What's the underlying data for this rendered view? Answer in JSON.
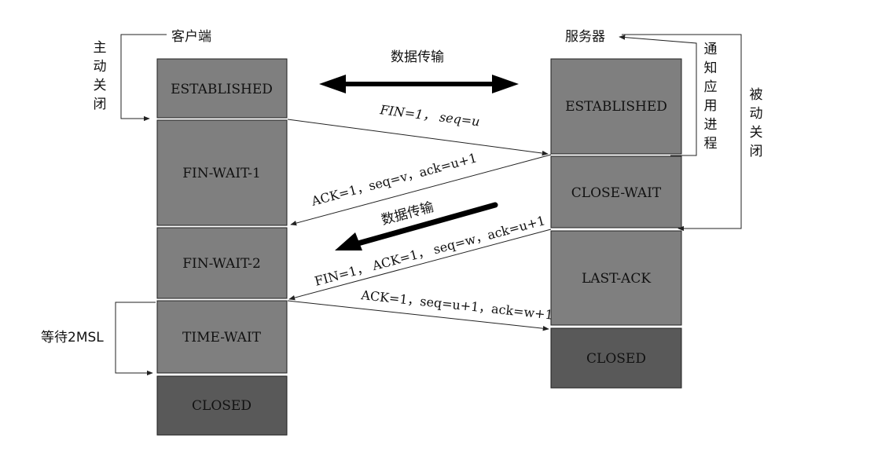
{
  "client": {
    "title": "客户端",
    "side_label": [
      "主",
      "动",
      "关",
      "闭"
    ],
    "wait_label": "等待2MSL",
    "states": [
      "ESTABLISHED",
      "FIN-WAIT-1",
      "FIN-WAIT-2",
      "TIME-WAIT",
      "CLOSED"
    ]
  },
  "server": {
    "title": "服务器",
    "notify_label": [
      "通",
      "知",
      "应",
      "用",
      "进",
      "程"
    ],
    "side_label": [
      "被",
      "动",
      "关",
      "闭"
    ],
    "states": [
      "ESTABLISHED",
      "CLOSE-WAIT",
      "LAST-ACK",
      "CLOSED"
    ]
  },
  "transfer": {
    "top_label": "数据传输",
    "mid_label": "数据传输"
  },
  "messages": {
    "fin1": "FIN=1， seq=u",
    "ack1": "ACK=1，seq=v，ack=u+1",
    "fin2": "FIN=1， ACK=1， seq=w，ack=u+1",
    "ack2": "ACK=1，seq=u+1，ack=w+1"
  },
  "colors": {
    "state_fill": "#7f7f7f",
    "closed_fill": "#595959",
    "line": "#222222",
    "bold_arrow": "#000000"
  }
}
